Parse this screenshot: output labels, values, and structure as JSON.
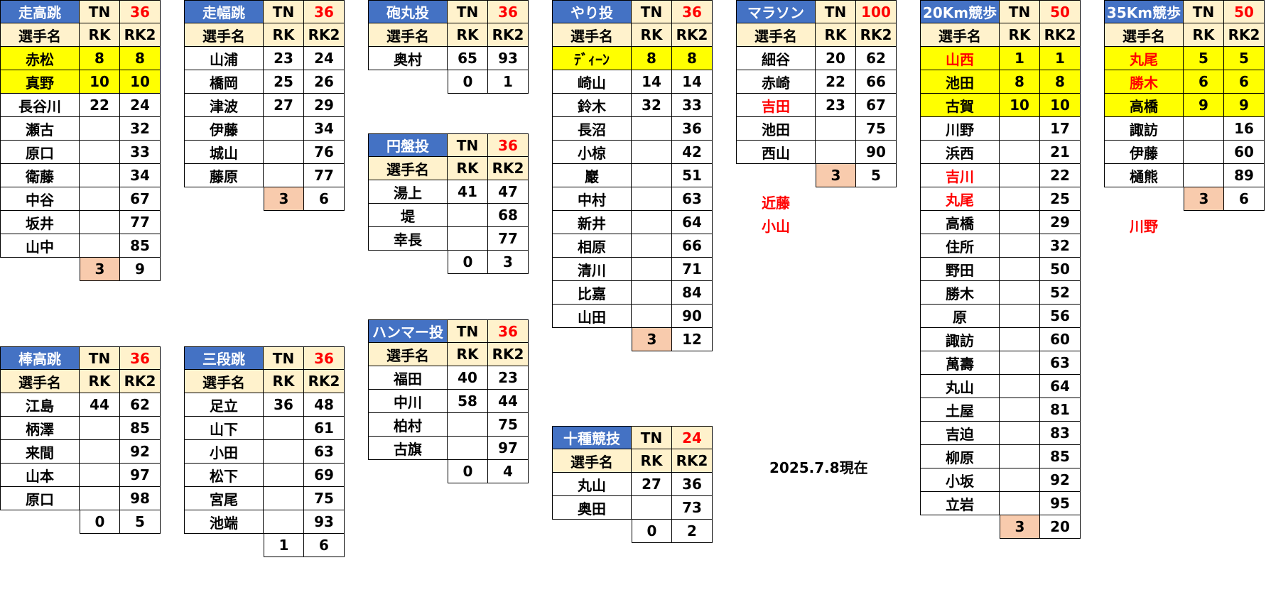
{
  "date_note": "2025.7.8現在",
  "tables": [
    {
      "event": "走高跳",
      "tn_label": "TN",
      "tn_value": "36",
      "header": [
        "選手名",
        "RK",
        "RK2"
      ],
      "rows": [
        {
          "name": "赤松",
          "rk": "8",
          "rk2": "8",
          "hl": true
        },
        {
          "name": "真野",
          "rk": "10",
          "rk2": "10",
          "hl": true
        },
        {
          "name": "長谷川",
          "rk": "22",
          "rk2": "24"
        },
        {
          "name": "瀬古",
          "rk": "",
          "rk2": "32"
        },
        {
          "name": "原口",
          "rk": "",
          "rk2": "33"
        },
        {
          "name": "衛藤",
          "rk": "",
          "rk2": "34"
        },
        {
          "name": "中谷",
          "rk": "",
          "rk2": "67"
        },
        {
          "name": "坂井",
          "rk": "",
          "rk2": "77"
        },
        {
          "name": "山中",
          "rk": "",
          "rk2": "85"
        }
      ],
      "totals": {
        "rk": "3",
        "rk2": "9",
        "rk_peach": true
      }
    },
    {
      "event": "走幅跳",
      "tn_label": "TN",
      "tn_value": "36",
      "header": [
        "選手名",
        "RK",
        "RK2"
      ],
      "rows": [
        {
          "name": "山浦",
          "rk": "23",
          "rk2": "24"
        },
        {
          "name": "橋岡",
          "rk": "25",
          "rk2": "26"
        },
        {
          "name": "津波",
          "rk": "27",
          "rk2": "29"
        },
        {
          "name": "伊藤",
          "rk": "",
          "rk2": "34"
        },
        {
          "name": "城山",
          "rk": "",
          "rk2": "76"
        },
        {
          "name": "藤原",
          "rk": "",
          "rk2": "77"
        }
      ],
      "totals": {
        "rk": "3",
        "rk2": "6",
        "rk_peach": true
      }
    },
    {
      "event": "砲丸投",
      "tn_label": "TN",
      "tn_value": "36",
      "header": [
        "選手名",
        "RK",
        "RK2"
      ],
      "rows": [
        {
          "name": "奥村",
          "rk": "65",
          "rk2": "93"
        }
      ],
      "totals": {
        "rk": "0",
        "rk2": "1"
      }
    },
    {
      "event": "円盤投",
      "tn_label": "TN",
      "tn_value": "36",
      "header": [
        "選手名",
        "RK",
        "RK2"
      ],
      "rows": [
        {
          "name": "湯上",
          "rk": "41",
          "rk2": "47"
        },
        {
          "name": "堤",
          "rk": "",
          "rk2": "68"
        },
        {
          "name": "幸長",
          "rk": "",
          "rk2": "77"
        }
      ],
      "totals": {
        "rk": "0",
        "rk2": "3"
      }
    },
    {
      "event": "ハンマー投",
      "tn_label": "TN",
      "tn_value": "36",
      "header": [
        "選手名",
        "RK",
        "RK2"
      ],
      "rows": [
        {
          "name": "福田",
          "rk": "40",
          "rk2": "23"
        },
        {
          "name": "中川",
          "rk": "58",
          "rk2": "44"
        },
        {
          "name": "柏村",
          "rk": "",
          "rk2": "75"
        },
        {
          "name": "古旗",
          "rk": "",
          "rk2": "97"
        }
      ],
      "totals": {
        "rk": "0",
        "rk2": "4"
      }
    },
    {
      "event": "棒高跳",
      "tn_label": "TN",
      "tn_value": "36",
      "header": [
        "選手名",
        "RK",
        "RK2"
      ],
      "rows": [
        {
          "name": "江島",
          "rk": "44",
          "rk2": "62"
        },
        {
          "name": "柄澤",
          "rk": "",
          "rk2": "85"
        },
        {
          "name": "来間",
          "rk": "",
          "rk2": "92"
        },
        {
          "name": "山本",
          "rk": "",
          "rk2": "97"
        },
        {
          "name": "原口",
          "rk": "",
          "rk2": "98"
        }
      ],
      "totals": {
        "rk": "0",
        "rk2": "5"
      }
    },
    {
      "event": "三段跳",
      "tn_label": "TN",
      "tn_value": "36",
      "header": [
        "選手名",
        "RK",
        "RK2"
      ],
      "rows": [
        {
          "name": "足立",
          "rk": "36",
          "rk2": "48"
        },
        {
          "name": "山下",
          "rk": "",
          "rk2": "61"
        },
        {
          "name": "小田",
          "rk": "",
          "rk2": "63"
        },
        {
          "name": "松下",
          "rk": "",
          "rk2": "69"
        },
        {
          "name": "宮尾",
          "rk": "",
          "rk2": "75"
        },
        {
          "name": "池端",
          "rk": "",
          "rk2": "93"
        }
      ],
      "totals": {
        "rk": "1",
        "rk2": "6"
      }
    },
    {
      "event": "やり投",
      "tn_label": "TN",
      "tn_value": "36",
      "header": [
        "選手名",
        "RK",
        "RK2"
      ],
      "rows": [
        {
          "name": "ﾃﾞｨｰﾝ",
          "rk": "8",
          "rk2": "8",
          "hl": true
        },
        {
          "name": "崎山",
          "rk": "14",
          "rk2": "14"
        },
        {
          "name": "鈴木",
          "rk": "32",
          "rk2": "33"
        },
        {
          "name": "長沼",
          "rk": "",
          "rk2": "36"
        },
        {
          "name": "小椋",
          "rk": "",
          "rk2": "42"
        },
        {
          "name": "巖",
          "rk": "",
          "rk2": "51"
        },
        {
          "name": "中村",
          "rk": "",
          "rk2": "63"
        },
        {
          "name": "新井",
          "rk": "",
          "rk2": "64"
        },
        {
          "name": "相原",
          "rk": "",
          "rk2": "66"
        },
        {
          "name": "清川",
          "rk": "",
          "rk2": "71"
        },
        {
          "name": "比嘉",
          "rk": "",
          "rk2": "84"
        },
        {
          "name": "山田",
          "rk": "",
          "rk2": "90"
        }
      ],
      "totals": {
        "rk": "3",
        "rk2": "12",
        "rk_peach": true
      }
    },
    {
      "event": "十種競技",
      "tn_label": "TN",
      "tn_value": "24",
      "header": [
        "選手名",
        "RK",
        "RK2"
      ],
      "rows": [
        {
          "name": "丸山",
          "rk": "27",
          "rk2": "36"
        },
        {
          "name": "奥田",
          "rk": "",
          "rk2": "73"
        }
      ],
      "totals": {
        "rk": "0",
        "rk2": "2"
      }
    },
    {
      "event": "マラソン",
      "tn_label": "TN",
      "tn_value": "100",
      "header": [
        "選手名",
        "RK",
        "RK2"
      ],
      "rows": [
        {
          "name": "細谷",
          "rk": "20",
          "rk2": "62"
        },
        {
          "name": "赤崎",
          "rk": "22",
          "rk2": "66"
        },
        {
          "name": "吉田",
          "rk": "23",
          "rk2": "67",
          "red": true
        },
        {
          "name": "池田",
          "rk": "",
          "rk2": "75"
        },
        {
          "name": "西山",
          "rk": "",
          "rk2": "90"
        }
      ],
      "totals": {
        "rk": "3",
        "rk2": "5",
        "rk_peach": true
      },
      "extras": [
        "近藤",
        "小山"
      ]
    },
    {
      "event": "20Km競歩",
      "tn_label": "TN",
      "tn_value": "50",
      "header": [
        "選手名",
        "RK",
        "RK2"
      ],
      "rows": [
        {
          "name": "山西",
          "rk": "1",
          "rk2": "1",
          "hl": true,
          "red": true
        },
        {
          "name": "池田",
          "rk": "8",
          "rk2": "8",
          "hl": true
        },
        {
          "name": "古賀",
          "rk": "10",
          "rk2": "10",
          "hl": true
        },
        {
          "name": "川野",
          "rk": "",
          "rk2": "17"
        },
        {
          "name": "浜西",
          "rk": "",
          "rk2": "21"
        },
        {
          "name": "吉川",
          "rk": "",
          "rk2": "22",
          "red": true
        },
        {
          "name": "丸尾",
          "rk": "",
          "rk2": "25",
          "red": true
        },
        {
          "name": "高橋",
          "rk": "",
          "rk2": "29"
        },
        {
          "name": "住所",
          "rk": "",
          "rk2": "32"
        },
        {
          "name": "野田",
          "rk": "",
          "rk2": "50"
        },
        {
          "name": "勝木",
          "rk": "",
          "rk2": "52"
        },
        {
          "name": "原",
          "rk": "",
          "rk2": "56"
        },
        {
          "name": "諏訪",
          "rk": "",
          "rk2": "60"
        },
        {
          "name": "萬壽",
          "rk": "",
          "rk2": "63"
        },
        {
          "name": "丸山",
          "rk": "",
          "rk2": "64"
        },
        {
          "name": "土屋",
          "rk": "",
          "rk2": "81"
        },
        {
          "name": "吉迫",
          "rk": "",
          "rk2": "83"
        },
        {
          "name": "柳原",
          "rk": "",
          "rk2": "85"
        },
        {
          "name": "小坂",
          "rk": "",
          "rk2": "92"
        },
        {
          "name": "立岩",
          "rk": "",
          "rk2": "95"
        }
      ],
      "totals": {
        "rk": "3",
        "rk2": "20",
        "rk_peach": true
      }
    },
    {
      "event": "35Km競歩",
      "tn_label": "TN",
      "tn_value": "50",
      "header": [
        "選手名",
        "RK",
        "RK2"
      ],
      "rows": [
        {
          "name": "丸尾",
          "rk": "5",
          "rk2": "5",
          "hl": true,
          "red": true
        },
        {
          "name": "勝木",
          "rk": "6",
          "rk2": "6",
          "hl": true,
          "red": true
        },
        {
          "name": "高橋",
          "rk": "9",
          "rk2": "9",
          "hl": true
        },
        {
          "name": "諏訪",
          "rk": "",
          "rk2": "16"
        },
        {
          "name": "伊藤",
          "rk": "",
          "rk2": "60"
        },
        {
          "name": "樋熊",
          "rk": "",
          "rk2": "89"
        }
      ],
      "totals": {
        "rk": "3",
        "rk2": "6",
        "rk_peach": true
      },
      "extras": [
        "川野"
      ]
    }
  ]
}
